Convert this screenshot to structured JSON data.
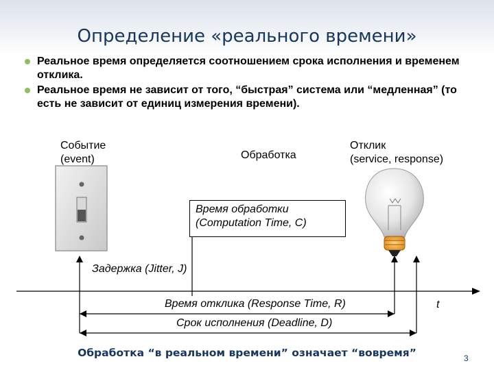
{
  "slide": {
    "title": "Определение «реального времени»",
    "bullets": [
      "Реальное время определяется соотношением срока исполнения и временем отклика.",
      "Реальное время не зависит от того, “быстрая” система или “медленная” (то есть не зависит от единиц измерения времени)."
    ],
    "footer": "Обработка “в реальном времени” означает “вовремя”",
    "page_number": "3"
  },
  "diagram": {
    "event_label_line1": "Событие",
    "event_label_line2": "(event)",
    "processing_label": "Обработка",
    "response_label_line1": "Отклик",
    "response_label_line2": "(service, response)",
    "computation_line1": "Время обработки",
    "computation_line2": "(Computation Time, C)",
    "jitter_label": "Задержка (Jitter, J)",
    "response_time_label": "Время отклика (Response Time, R)",
    "deadline_label": "Срок исполнения (Deadline, D)",
    "time_axis_label": "t",
    "icons": [
      "light-switch-icon",
      "light-bulb-icon"
    ]
  }
}
